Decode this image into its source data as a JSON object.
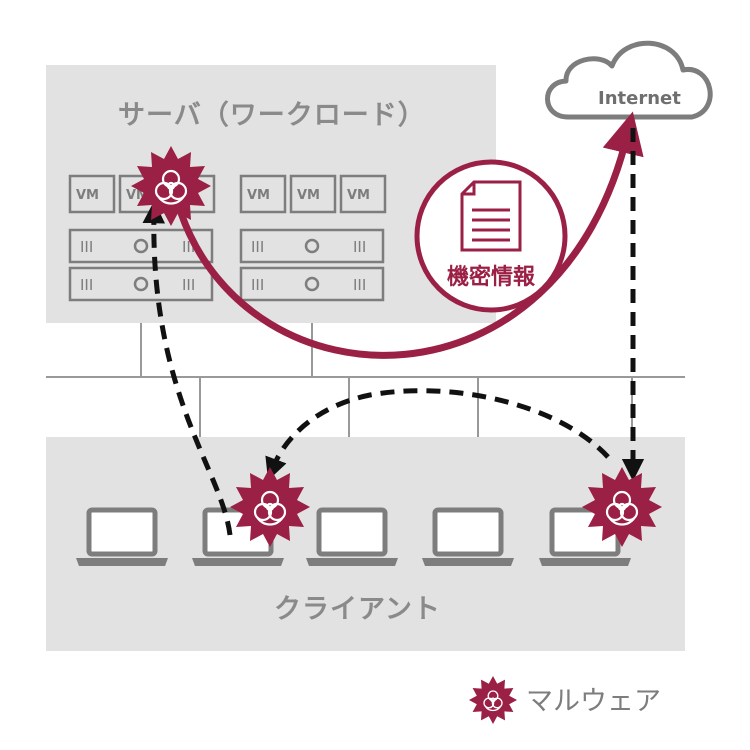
{
  "server_zone": {
    "title": "サーバ（ワークロード）",
    "vm_label": "VM",
    "rack_bar_glyph": "III"
  },
  "client_zone": {
    "title": "クライアント"
  },
  "cloud": {
    "label": "Internet"
  },
  "document": {
    "label": "機密情報"
  },
  "legend": {
    "label": "マルウェア",
    "icon": "biohazard-icon"
  },
  "colors": {
    "accent": "#9b2045",
    "zone_bg": "#e2e2e2",
    "stroke_gray": "#7d7d7d",
    "network_line": "#999999",
    "arrow_black": "#111111"
  }
}
